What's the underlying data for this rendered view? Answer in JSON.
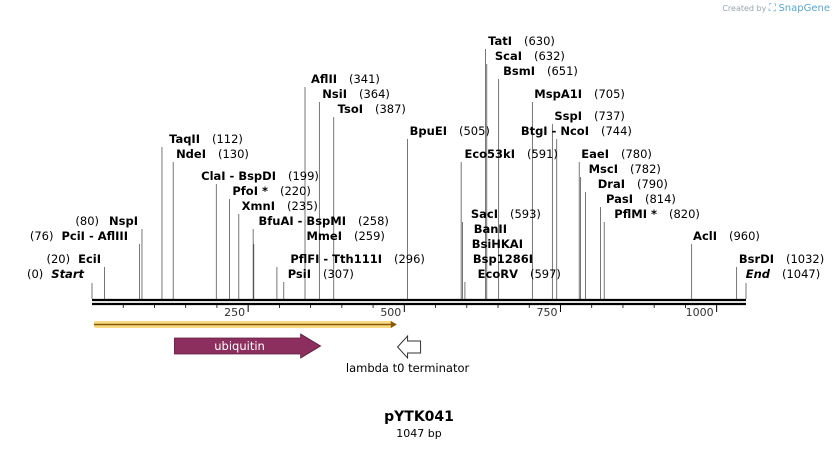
{
  "credit": {
    "prefix": "Created by",
    "brand": "SnapGene"
  },
  "plasmid": {
    "name": "pYTK041",
    "length_label": "1047 bp"
  },
  "ruler": {
    "total": 1047,
    "ticks": [
      "250",
      "500",
      "750",
      "1000"
    ]
  },
  "sites": [
    {
      "n": "(0)",
      "name": "Start",
      "pos": 0,
      "italic": true
    },
    {
      "n": "(20)",
      "name": "EciI",
      "pos": 20
    },
    {
      "n": "(76)",
      "name": "PciI  -  AflIII",
      "pos": 76
    },
    {
      "n": "(80)",
      "name": "NspI",
      "pos": 80
    },
    {
      "n": "(112)",
      "name": "TaqII",
      "pos": 112
    },
    {
      "n": "(130)",
      "name": "NdeI",
      "pos": 130
    },
    {
      "n": "(199)",
      "name": "ClaI  -  BspDI",
      "pos": 199
    },
    {
      "n": "(220)",
      "name": "PfoI *",
      "pos": 220
    },
    {
      "n": "(235)",
      "name": "XmnI",
      "pos": 235
    },
    {
      "n": "(258)",
      "name": "BfuAI  -  BspMI",
      "pos": 258
    },
    {
      "n": "(259)",
      "name": "MmeI",
      "pos": 259
    },
    {
      "n": "(296)",
      "name": "PflFI  -  Tth111I",
      "pos": 296
    },
    {
      "n": "(307)",
      "name": "PsiI",
      "pos": 307
    },
    {
      "n": "(341)",
      "name": "AflII",
      "pos": 341
    },
    {
      "n": "(364)",
      "name": "NsiI",
      "pos": 364
    },
    {
      "n": "(387)",
      "name": "TsoI",
      "pos": 387
    },
    {
      "n": "(505)",
      "name": "BpuEI",
      "pos": 505
    },
    {
      "n": "(591)",
      "name": "Eco53kI",
      "pos": 591
    },
    {
      "n": "(593)",
      "name": "SacI",
      "pos": 593
    },
    {
      "n": "",
      "name": "BanII",
      "pos": 593
    },
    {
      "n": "",
      "name": "BsiHKAI",
      "pos": 593
    },
    {
      "n": "",
      "name": "Bsp1286I",
      "pos": 593
    },
    {
      "n": "(597)",
      "name": "EcoRV",
      "pos": 597
    },
    {
      "n": "(630)",
      "name": "TatI",
      "pos": 630
    },
    {
      "n": "(632)",
      "name": "ScaI",
      "pos": 632
    },
    {
      "n": "(651)",
      "name": "BsmI",
      "pos": 651
    },
    {
      "n": "(705)",
      "name": "MspA1I",
      "pos": 705
    },
    {
      "n": "(737)",
      "name": "SspI",
      "pos": 737
    },
    {
      "n": "(744)",
      "name": "BtgI  -  NcoI",
      "pos": 744
    },
    {
      "n": "(780)",
      "name": "EaeI",
      "pos": 780
    },
    {
      "n": "(782)",
      "name": "MscI",
      "pos": 782
    },
    {
      "n": "(790)",
      "name": "DraI",
      "pos": 790
    },
    {
      "n": "(814)",
      "name": "PasI",
      "pos": 814
    },
    {
      "n": "(820)",
      "name": "PflMI *",
      "pos": 820
    },
    {
      "n": "(960)",
      "name": "AclI",
      "pos": 960
    },
    {
      "n": "(1032)",
      "name": "BsrDI",
      "pos": 1032
    },
    {
      "n": "(1047)",
      "name": "End",
      "pos": 1047,
      "italic": true
    }
  ],
  "features": {
    "ori": {
      "start": 0,
      "end": 488,
      "color": "#f5c542"
    },
    "ubiquitin": {
      "label": "ubiquitin",
      "start": 132,
      "end": 366,
      "color": "#8c2f5e"
    },
    "terminator": {
      "label": "lambda t0 terminator",
      "pos": 510
    }
  }
}
